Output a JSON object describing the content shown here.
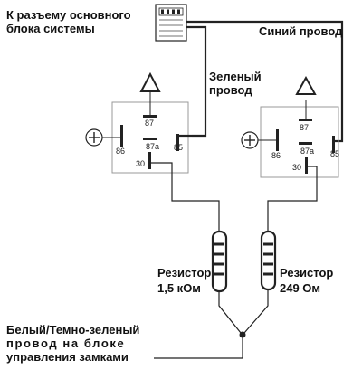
{
  "connector_label": [
    "К разъему основного",
    "блока системы"
  ],
  "blue_wire_label": "Синий провод",
  "green_wire_label": [
    "Зеленый",
    "провод"
  ],
  "relays": [
    {
      "pins": {
        "p87": "87",
        "p87a": "87a",
        "p86": "86",
        "p85": "85",
        "p30": "30"
      }
    },
    {
      "pins": {
        "p87": "87",
        "p87a": "87a",
        "p86": "86",
        "p85": "85",
        "p30": "30"
      }
    }
  ],
  "resistor_left": [
    "Резистор",
    "1,5 кОм"
  ],
  "resistor_right": [
    "Резистор",
    "249 Ом"
  ],
  "bottom_label": [
    "Белый/Темно-зеленый",
    "провод на блоке",
    "управления замками"
  ]
}
